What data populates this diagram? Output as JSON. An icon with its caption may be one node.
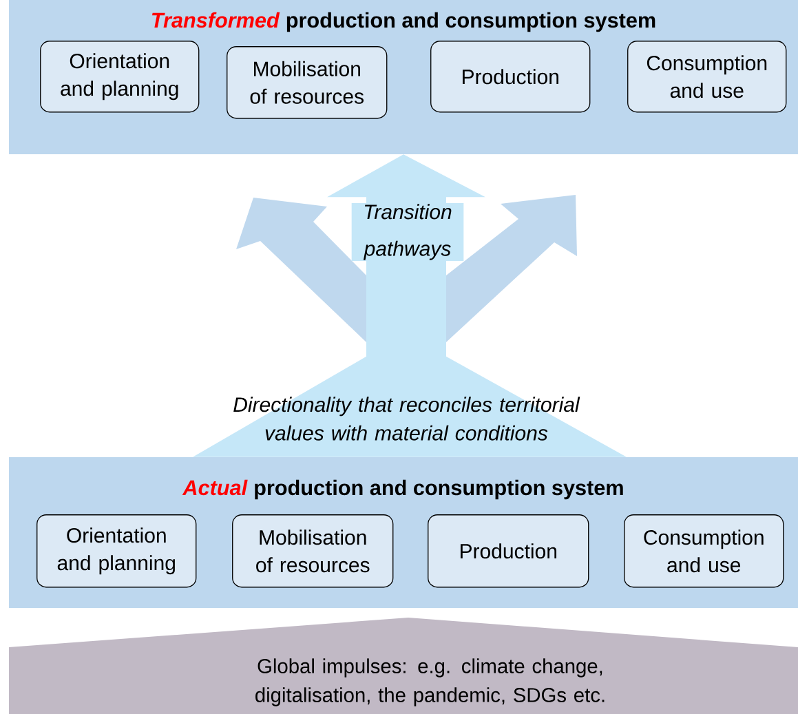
{
  "diagram": {
    "nodes": [
      {
        "text": [
          "*Transformed* production and consumption system"
        ]
      },
      {
        "text": [
          "Orientation and planning"
        ],
        "in": 0
      },
      {
        "text": [
          "Mobilisation of resources"
        ],
        "in": 0
      },
      {
        "text": [
          "Production"
        ],
        "in": 0
      },
      {
        "text": [
          "Consumption and use"
        ],
        "in": 0
      },
      {
        "text": [
          "*Actual* production and consumption system"
        ]
      },
      {
        "text": [
          "Orientation and planning"
        ],
        "in": 5
      },
      {
        "text": [
          "Mobilisation of resources"
        ],
        "in": 5
      },
      {
        "text": [
          "Production"
        ],
        "in": 5
      },
      {
        "text": [
          "Consumption and use"
        ],
        "in": 5
      },
      {
        "text": [
          "Global impulses: e.g. climate change, digitalisation, the pandemic, SDGs etc."
        ]
      }
    ],
    "edges": [
      {
        "from": 5,
        "to": 0,
        "arrow": "to",
        "label": "Transition pathways"
      }
    ],
    "labels": [
      "Directionality that reconciles territorial values with material conditions"
    ]
  }
}
